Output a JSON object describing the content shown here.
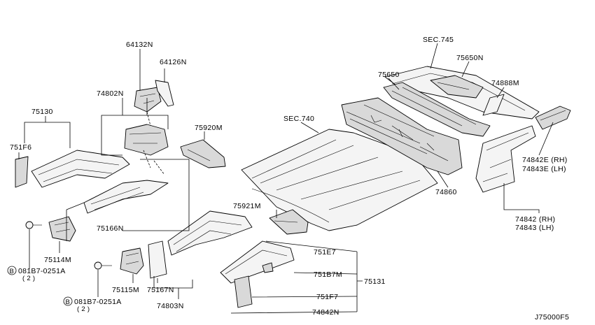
{
  "drawing_code": "J75000F5",
  "labels": {
    "l_64132N": "64132N",
    "l_64126N": "64126N",
    "l_74802N": "74802N",
    "l_75130": "75130",
    "l_751F6": "751F6",
    "l_75920M": "75920M",
    "l_75166N": "75166N",
    "l_75114M": "75114M",
    "l_bolt1": "081B7-0251A",
    "l_bolt1_qty": "( 2 )",
    "l_bolt2": "081B7-0251A",
    "l_bolt2_qty": "( 2 )",
    "l_bolt_sym": "B",
    "l_75115M": "75115M",
    "l_75167N": "75167N",
    "l_74803N": "74803N",
    "l_75921M": "75921M",
    "l_751E7": "751E7",
    "l_751B7M": "751B7M",
    "l_751F7": "751F7",
    "l_74842N": "74842N",
    "l_75131": "75131",
    "l_SEC740": "SEC.740",
    "l_SEC745": "SEC.745",
    "l_75650N": "75650N",
    "l_75650": "75650",
    "l_74888M": "74888M",
    "l_74860": "74860",
    "l_74842E": "74842E (RH)",
    "l_74843E": "74843E (LH)",
    "l_74842": "74842 (RH)",
    "l_74843": "74843 (LH)"
  }
}
